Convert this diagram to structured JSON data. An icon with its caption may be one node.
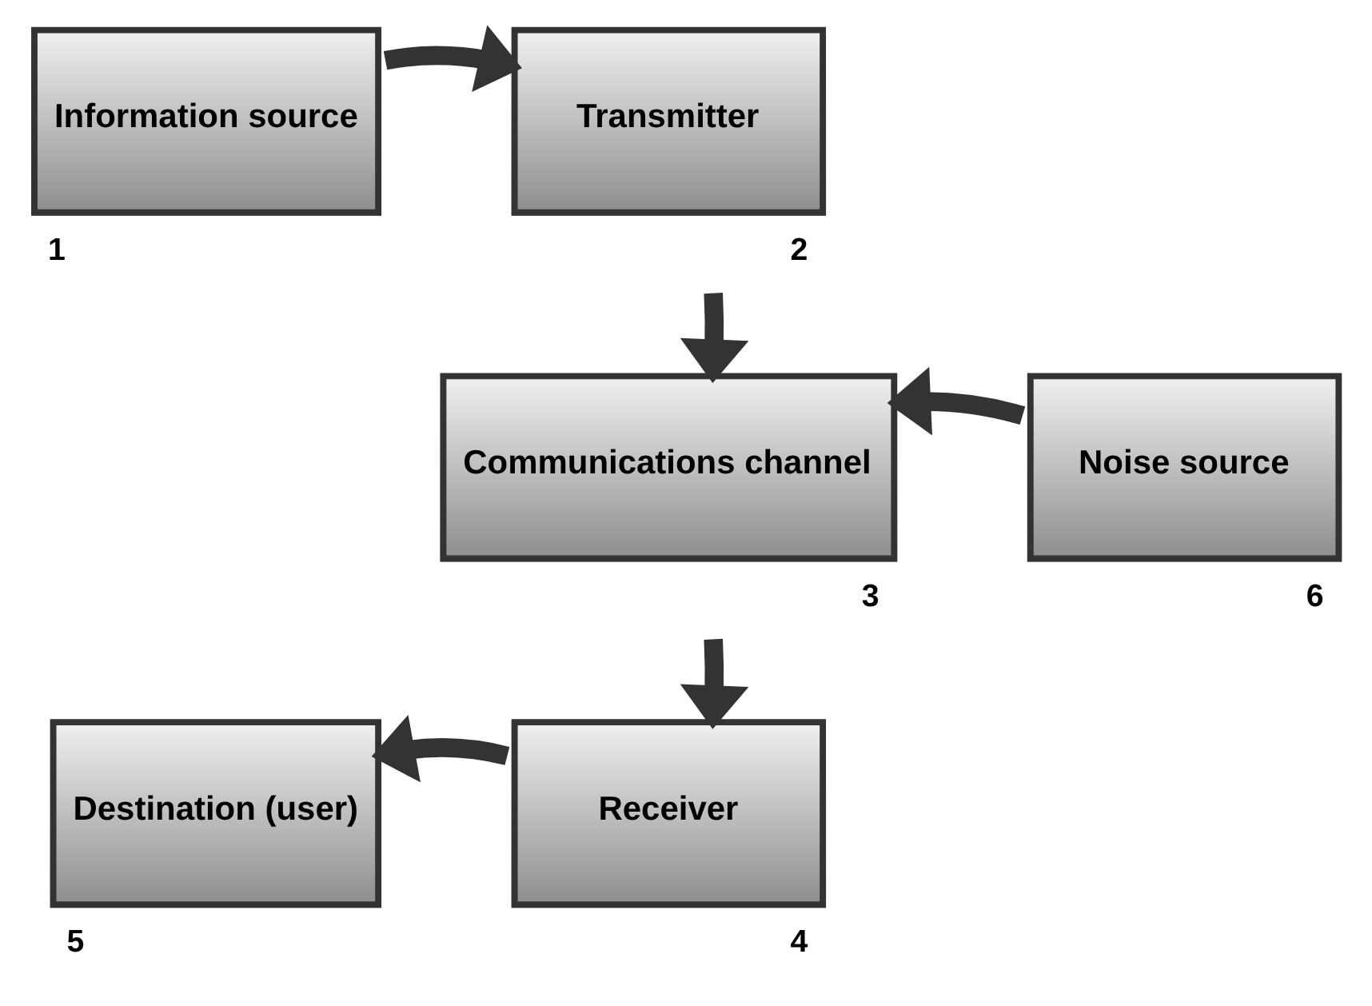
{
  "diagram": {
    "nodes": [
      {
        "text": [
          "Information source"
        ],
        "beside": [
          "1"
        ]
      },
      {
        "text": [
          "Transmitter"
        ],
        "beside": [
          "2"
        ]
      },
      {
        "text": [
          "Communications channel"
        ],
        "beside": [
          "3"
        ]
      },
      {
        "text": [
          "Receiver"
        ],
        "beside": [
          "4"
        ]
      },
      {
        "text": [
          "Destination (user)"
        ],
        "beside": [
          "5"
        ]
      },
      {
        "text": [
          "Noise source"
        ],
        "beside": [
          "6"
        ]
      }
    ],
    "edges": [
      {
        "from": 0,
        "to": 1,
        "arrow": "to"
      },
      {
        "from": 1,
        "to": 2,
        "arrow": "to"
      },
      {
        "from": 5,
        "to": 2,
        "arrow": "to"
      },
      {
        "from": 2,
        "to": 3,
        "arrow": "to"
      },
      {
        "from": 3,
        "to": 4,
        "arrow": "to"
      }
    ]
  }
}
